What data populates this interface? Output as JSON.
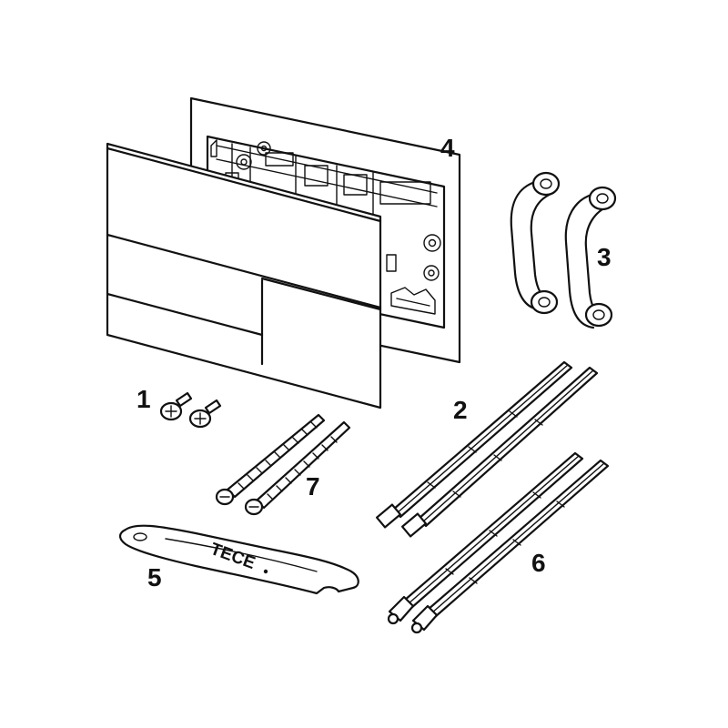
{
  "labels": {
    "item_1": "1",
    "item_2": "2",
    "item_3": "3",
    "item_4": "4",
    "item_5": "5",
    "item_6": "6",
    "item_7": "7"
  },
  "key_logo_text": "TECE"
}
